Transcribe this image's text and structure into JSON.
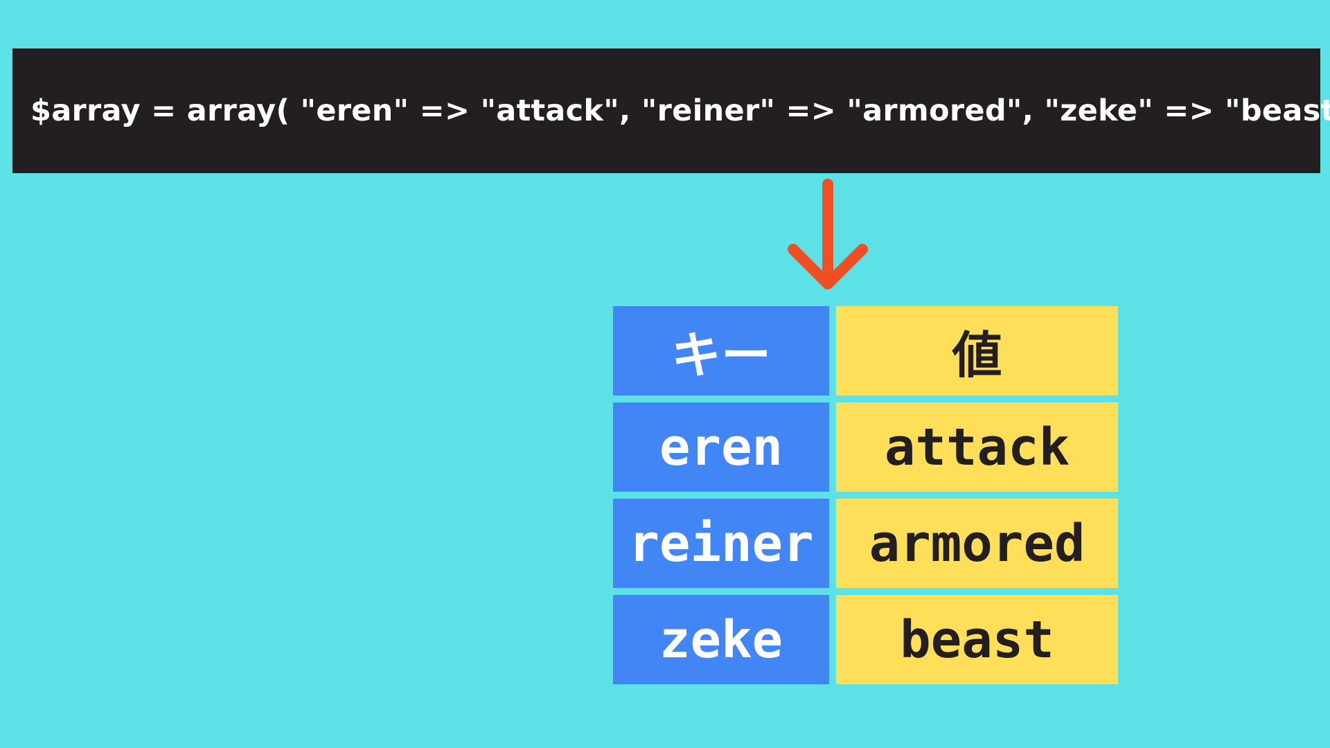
{
  "code_banner": {
    "code": "$array = array( \"eren\" => \"attack\", \"reiner\" => \"armored\", \"zeke\" => \"beast\" );"
  },
  "arrow": {
    "icon": "arrow-down-icon",
    "color": "#f04e23"
  },
  "table": {
    "header": {
      "key": "キー",
      "value": "値"
    },
    "rows": [
      {
        "key": "eren",
        "value": "attack"
      },
      {
        "key": "reiner",
        "value": "armored"
      },
      {
        "key": "zeke",
        "value": "beast"
      }
    ]
  },
  "colors": {
    "background": "#5ce1e6",
    "code_banner": "#231f20",
    "key_column": "#4285f4",
    "value_column": "#ffde59"
  }
}
